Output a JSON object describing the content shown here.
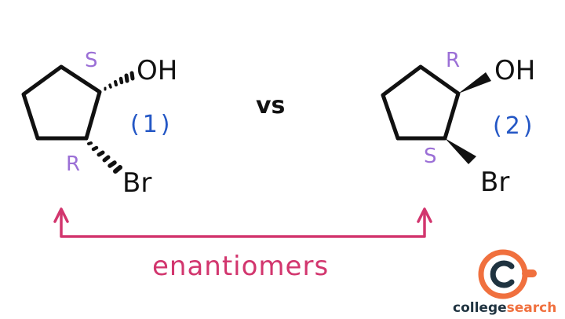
{
  "molecule_1": {
    "label": "(1)",
    "top_substituent": "OH",
    "bottom_substituent": "Br",
    "top_stereocenter": "S",
    "bottom_stereocenter": "R",
    "top_bond": "hashed-wedge",
    "bottom_bond": "hashed-wedge"
  },
  "molecule_2": {
    "label": "(2)",
    "top_substituent": "OH",
    "bottom_substituent": "Br",
    "top_stereocenter": "R",
    "bottom_stereocenter": "S",
    "top_bond": "solid-wedge",
    "bottom_bond": "solid-wedge"
  },
  "comparison": "vs",
  "relationship": "enantiomers",
  "logo": {
    "letter": "C",
    "text_part_1": "college",
    "text_part_2": "search"
  },
  "colors": {
    "bonds": "#111111",
    "stereo_labels": "#9b6fd6",
    "compound_numbers": "#2457c5",
    "relationship_arrow": "#d2366e",
    "logo_orange": "#f0703e",
    "logo_dark": "#1f3340"
  }
}
